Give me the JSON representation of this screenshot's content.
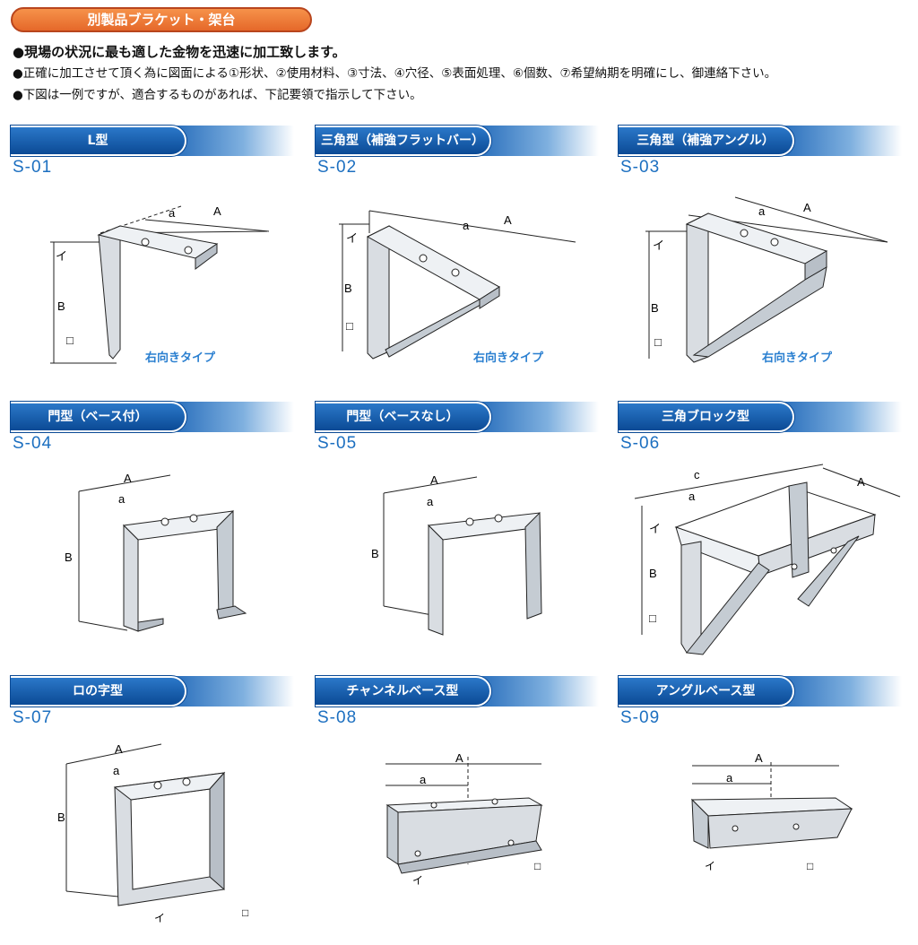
{
  "header": {
    "title": "別製品ブラケット・架台"
  },
  "notes": [
    "●現場の状況に最も適した金物を迅速に加工致します。",
    "●正確に加工させて頂く為に図面による①形状、②使用材料、③寸法、④穴径、⑤表面処理、⑥個数、⑦希望納期を明確にし、御連絡下さい。",
    "●下図は一例ですが、適合するものがあれば、下記要領で指示して下さい。"
  ],
  "products": [
    {
      "name": "L型",
      "code": "S-01",
      "type": "右向きタイプ"
    },
    {
      "name": "三角型（補強フラットバー）",
      "code": "S-02",
      "type": "右向きタイプ"
    },
    {
      "name": "三角型（補強アングル）",
      "code": "S-03",
      "type": "右向きタイプ"
    },
    {
      "name": "門型（ベース付）",
      "code": "S-04"
    },
    {
      "name": "門型（ベースなし）",
      "code": "S-05"
    },
    {
      "name": "三角ブロック型",
      "code": "S-06"
    },
    {
      "name": "ロの字型",
      "code": "S-07"
    },
    {
      "name": "チャンネルベース型",
      "code": "S-08"
    },
    {
      "name": "アングルベース型",
      "code": "S-09"
    }
  ],
  "dims": {
    "A": "A",
    "a": "a",
    "B": "B",
    "c": "c",
    "i": "イ",
    "ro": "□"
  }
}
